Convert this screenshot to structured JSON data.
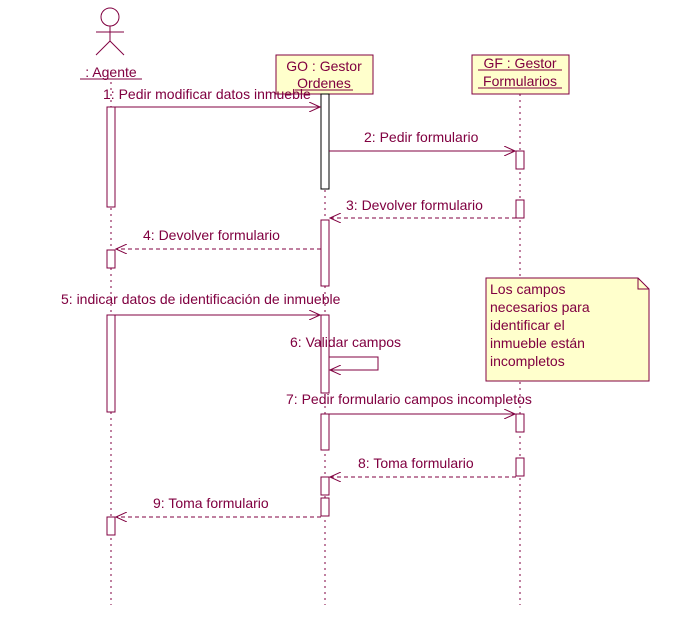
{
  "colors": {
    "line": "#800040",
    "object_fill": "#ffffcc",
    "note_fill": "#ffffcc",
    "background": "#ffffff"
  },
  "actor": {
    "label": ": Agente"
  },
  "objects": [
    {
      "line1": "GO : Gestor",
      "line2": "Ordenes"
    },
    {
      "line1": "GF : Gestor",
      "line2": "Formularios"
    }
  ],
  "messages": [
    {
      "label": "1: Pedir modificar datos inmueble",
      "kind": "call"
    },
    {
      "label": "2: Pedir formulario",
      "kind": "call"
    },
    {
      "label": "3: Devolver formulario",
      "kind": "return"
    },
    {
      "label": "4: Devolver formulario",
      "kind": "return"
    },
    {
      "label": "5: indicar datos de identificación de inmueble",
      "kind": "call"
    },
    {
      "label": "6: Validar campos",
      "kind": "self"
    },
    {
      "label": "7: Pedir formulario campos incompletos",
      "kind": "call"
    },
    {
      "label": "8: Toma formulario",
      "kind": "return"
    },
    {
      "label": "9: Toma formulario",
      "kind": "return"
    }
  ],
  "note": {
    "lines": [
      "Los campos",
      "necesarios para",
      "identificar el",
      "inmueble están",
      "incompletos"
    ]
  }
}
